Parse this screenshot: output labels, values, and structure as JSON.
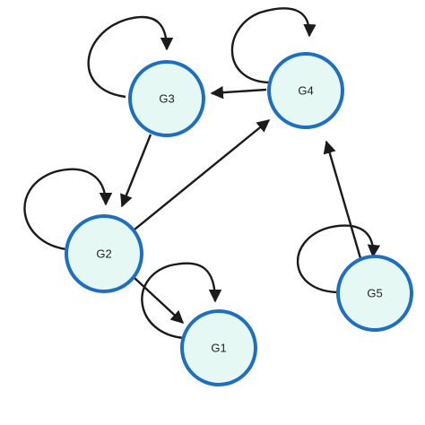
{
  "diagram": {
    "nodes": [
      {
        "id": "G1",
        "label": "G1"
      },
      {
        "id": "G2",
        "label": "G2"
      },
      {
        "id": "G3",
        "label": "G3"
      },
      {
        "id": "G4",
        "label": "G4"
      },
      {
        "id": "G5",
        "label": "G5"
      }
    ],
    "edges": [
      {
        "from": "G3",
        "to": "G3"
      },
      {
        "from": "G4",
        "to": "G4"
      },
      {
        "from": "G2",
        "to": "G2"
      },
      {
        "from": "G1",
        "to": "G1"
      },
      {
        "from": "G5",
        "to": "G5"
      },
      {
        "from": "G4",
        "to": "G3"
      },
      {
        "from": "G3",
        "to": "G2"
      },
      {
        "from": "G2",
        "to": "G4"
      },
      {
        "from": "G2",
        "to": "G1"
      },
      {
        "from": "G5",
        "to": "G4"
      }
    ],
    "colors": {
      "node_fill": "#e6f8f4",
      "node_stroke": "#1f6fc1",
      "edge": "#1b1b1b"
    }
  }
}
